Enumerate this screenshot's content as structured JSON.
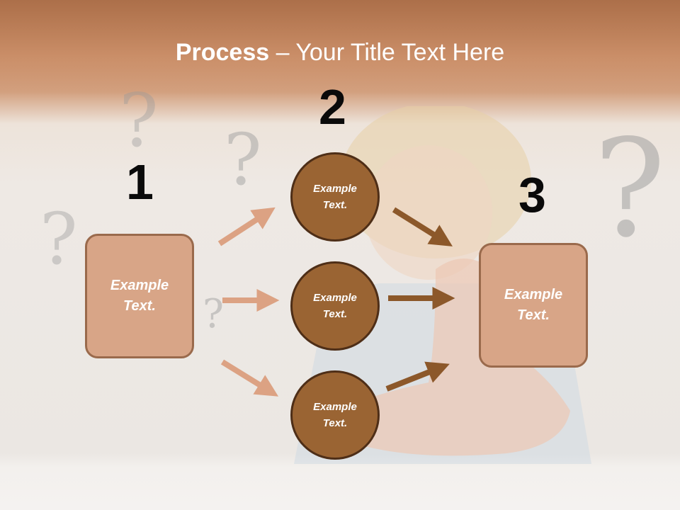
{
  "slide": {
    "title_strong": "Process",
    "title_rest": " – Your Title Text Here"
  },
  "question_marks": [
    "?",
    "?",
    "?",
    "?",
    "?"
  ],
  "steps": {
    "step1": {
      "number": "1",
      "text": "Example\nText."
    },
    "step2": {
      "number": "2",
      "circles": [
        "Example\nText.",
        "Example\nText.",
        "Example\nText."
      ]
    },
    "step3": {
      "number": "3",
      "text": "Example\nText."
    }
  },
  "colors": {
    "light_arrow": "#dca283",
    "dark_arrow": "#8c582a",
    "box_fill": "#d8a587",
    "circle_fill": "#9a6433"
  }
}
